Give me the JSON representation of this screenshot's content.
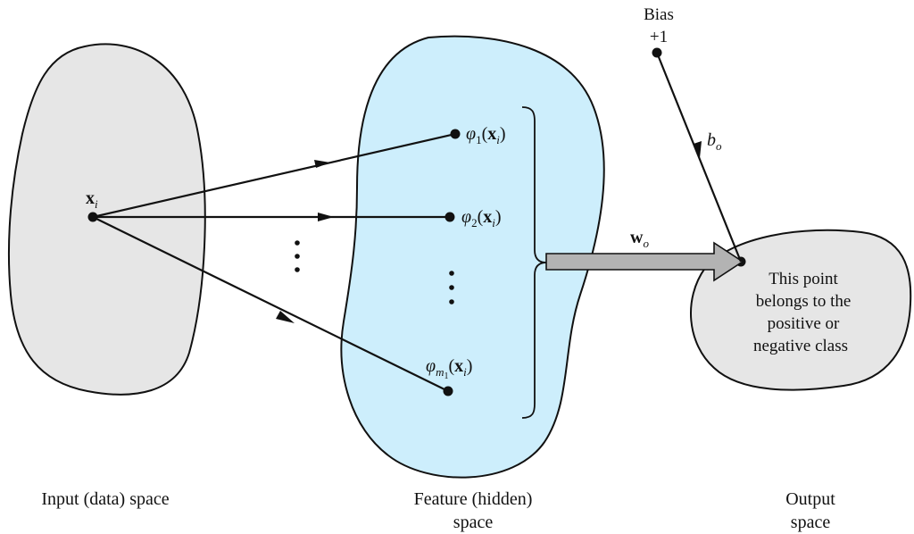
{
  "bias": {
    "title": "Bias",
    "value": "+1"
  },
  "input_point_label": {
    "base": "x",
    "sub": "i"
  },
  "feature_labels": [
    {
      "func": "φ",
      "index": "1",
      "arg_bold": "x",
      "arg_sub": "i"
    },
    {
      "func": "φ",
      "index": "2",
      "arg_bold": "x",
      "arg_sub": "i"
    },
    {
      "func": "φ",
      "index": "m",
      "index_sub": "1",
      "arg_bold": "x",
      "arg_sub": "i"
    }
  ],
  "bias_weight_label": {
    "base": "b",
    "sub": "o"
  },
  "output_weight_label": {
    "base": "w",
    "sub": "o"
  },
  "output_text": [
    "This point",
    "belongs to the",
    "positive or",
    "negative class"
  ],
  "captions": {
    "input": [
      "Input (data) space"
    ],
    "feature": [
      "Feature (hidden)",
      "space"
    ],
    "output": [
      "Output",
      "space"
    ]
  },
  "colors": {
    "input_region": "#e6e6e6",
    "feature_region": "#cdeefc",
    "output_region": "#e6e6e6",
    "arrow_fill": "#b3b3b3",
    "stroke": "#111111"
  }
}
